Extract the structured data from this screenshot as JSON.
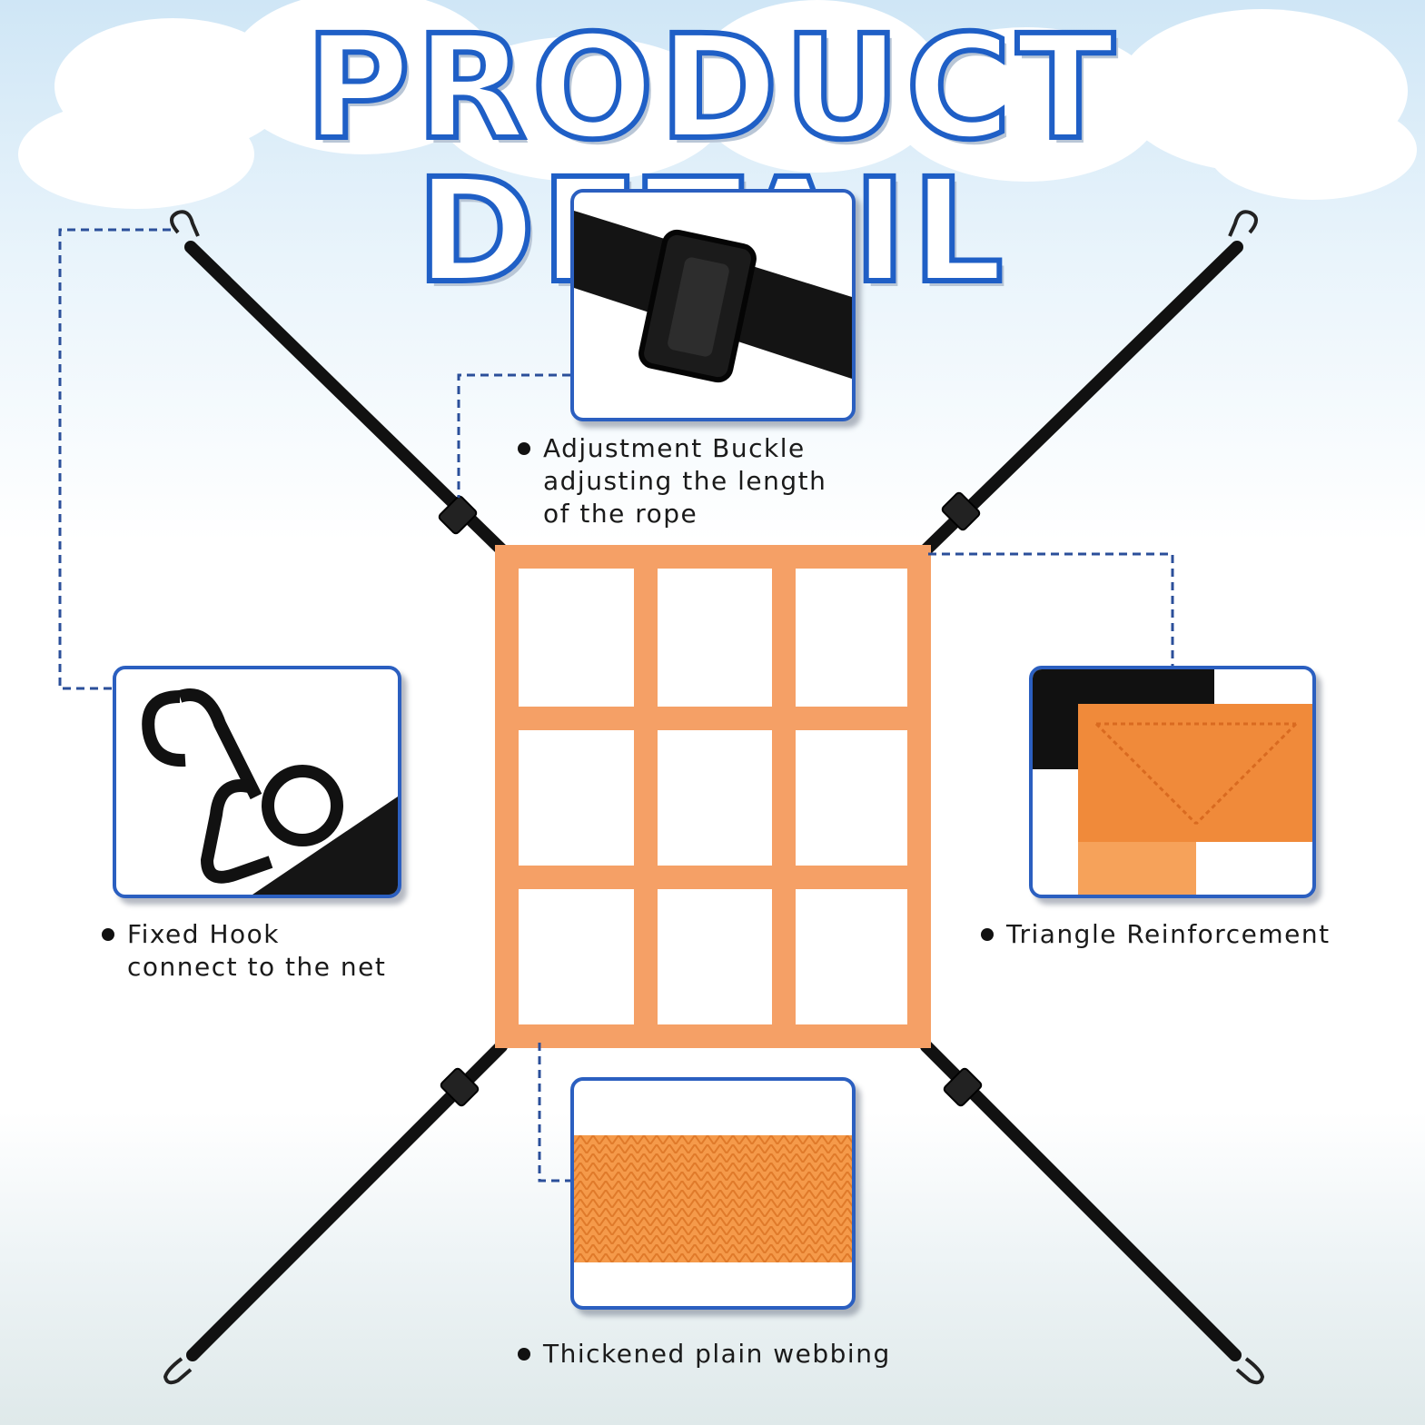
{
  "title": "PRODUCT DETAIL",
  "colors": {
    "title_stroke": "#1f5fc6",
    "box_border": "#2b5fc0",
    "net_orange": "#f5a066",
    "strap_black": "#111111"
  },
  "icons": [
    "hook-icon",
    "buckle-icon",
    "webbing-swatch",
    "reinforcement-swatch"
  ],
  "callouts": {
    "buckle": {
      "lines": [
        "Adjustment Buckle",
        "adjusting the length",
        "of the rope"
      ]
    },
    "hook": {
      "lines": [
        "Fixed Hook",
        "connect to the net"
      ]
    },
    "reinforcement": {
      "lines": [
        "Triangle Reinforcement"
      ]
    },
    "webbing": {
      "lines": [
        "Thickened plain webbing"
      ]
    }
  }
}
